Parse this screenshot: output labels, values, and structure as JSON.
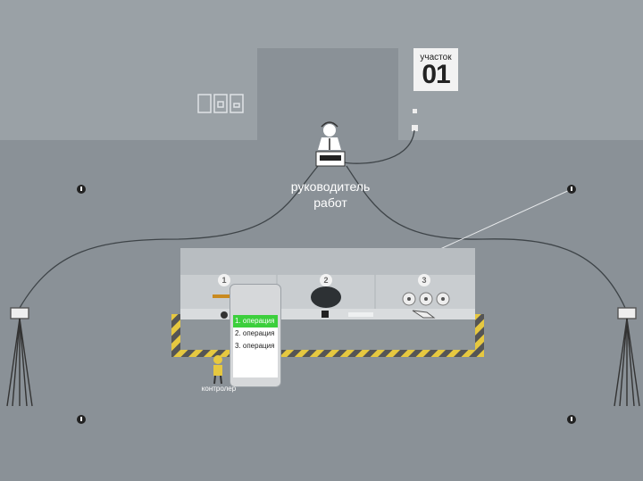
{
  "site": {
    "caption": "участок",
    "number": "01"
  },
  "supervisor": {
    "label_line1": "руководитель",
    "label_line2": "работ"
  },
  "controller": {
    "label": "контролер"
  },
  "zones": [
    "1",
    "2",
    "3"
  ],
  "operations": [
    "1. операция",
    "2. операция",
    "3. операция"
  ],
  "colors": {
    "background": "#8a9197",
    "building": "#9aa1a6",
    "active_operation": "#3ccf3c",
    "hazard_stripe": "#e6c840"
  }
}
